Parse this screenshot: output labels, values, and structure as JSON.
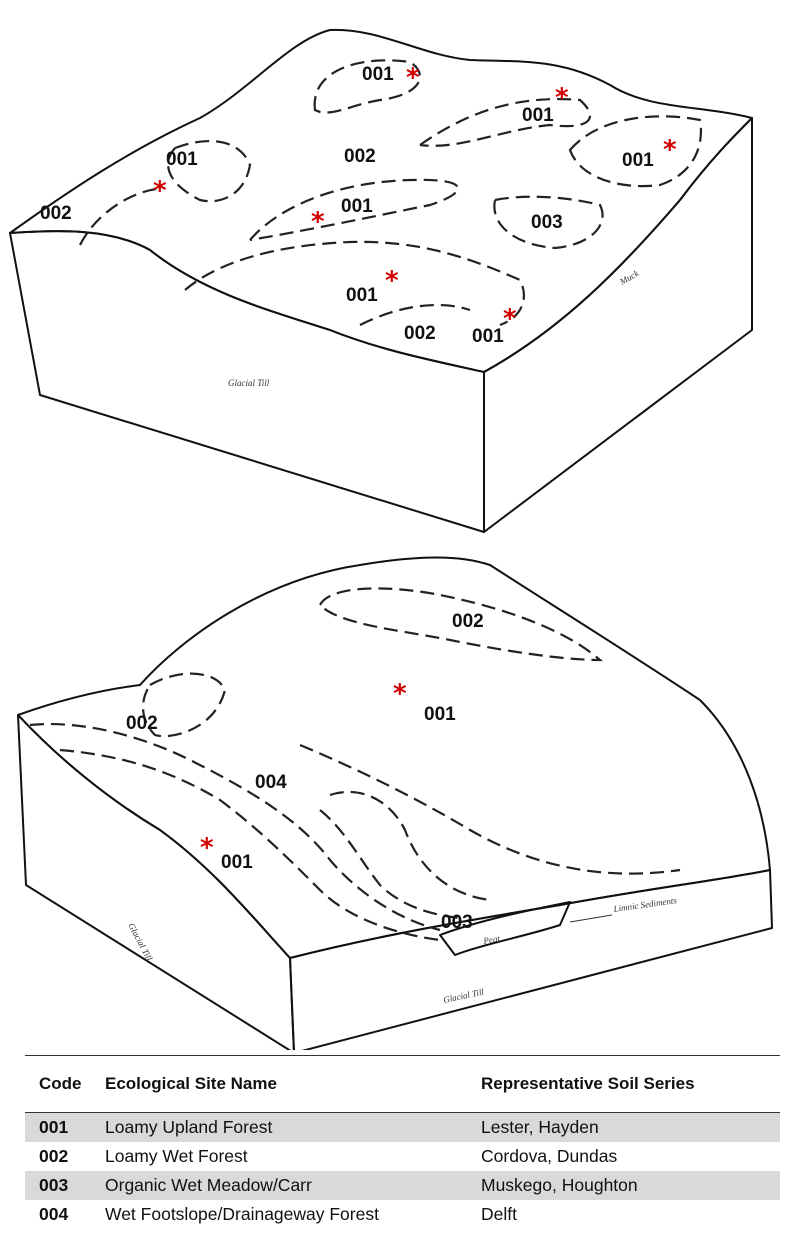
{
  "diagram_top": {
    "labels": {
      "a": "001",
      "b": "001",
      "c": "001",
      "d": "001",
      "e": "001",
      "f": "001",
      "g": "001",
      "h": "002",
      "i": "002",
      "j": "002",
      "k": "003"
    },
    "annotations": {
      "till": "Glacial Till",
      "muck": "Muck"
    }
  },
  "diagram_bottom": {
    "labels": {
      "a": "002",
      "b": "001",
      "c": "002",
      "d": "004",
      "e": "001",
      "f": "003"
    },
    "annotations": {
      "till_left": "Glacial Till",
      "till_front": "Glacial Till",
      "limnic": "Limnic Sediments",
      "peat": "Peat"
    }
  },
  "legend": {
    "headers": {
      "code": "Code",
      "name": "Ecological  Site Name",
      "soil": "Representative Soil  Series"
    },
    "rows": [
      {
        "code": "001",
        "name": "Loamy Upland Forest",
        "soil": "Lester, Hayden"
      },
      {
        "code": "002",
        "name": "Loamy Wet Forest",
        "soil": "Cordova,  Dundas"
      },
      {
        "code": "003",
        "name": "Organic Wet Meadow/Carr",
        "soil": "Muskego, Houghton"
      },
      {
        "code": "004",
        "name": "Wet Footslope/Drainageway Forest",
        "soil": "Delft"
      }
    ]
  },
  "colors": {
    "marker": "#d40000",
    "row_shade": "#d9d9d9"
  }
}
